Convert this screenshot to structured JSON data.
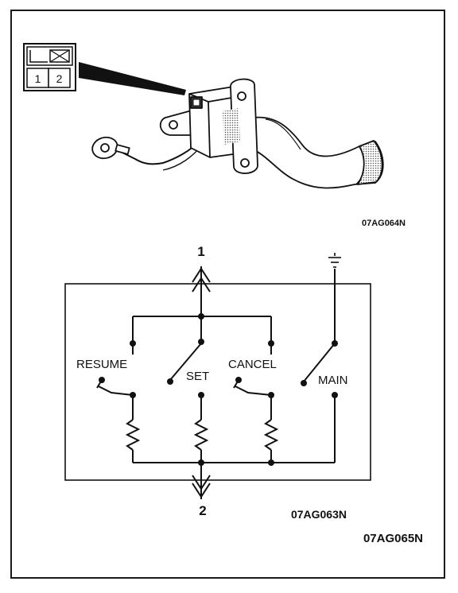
{
  "connector": {
    "pins": [
      "1",
      "2"
    ]
  },
  "figure_codes": {
    "switch_photo": "07AG064N",
    "schematic": "07AG063N",
    "page": "07AG065N"
  },
  "terminals": {
    "top": "1",
    "bottom": "2"
  },
  "switches": {
    "resume": "RESUME",
    "set": "SET",
    "cancel": "CANCEL",
    "main": "MAIN"
  },
  "colors": {
    "ink": "#111111",
    "paper": "#ffffff",
    "shade": "#8a8a8a"
  }
}
